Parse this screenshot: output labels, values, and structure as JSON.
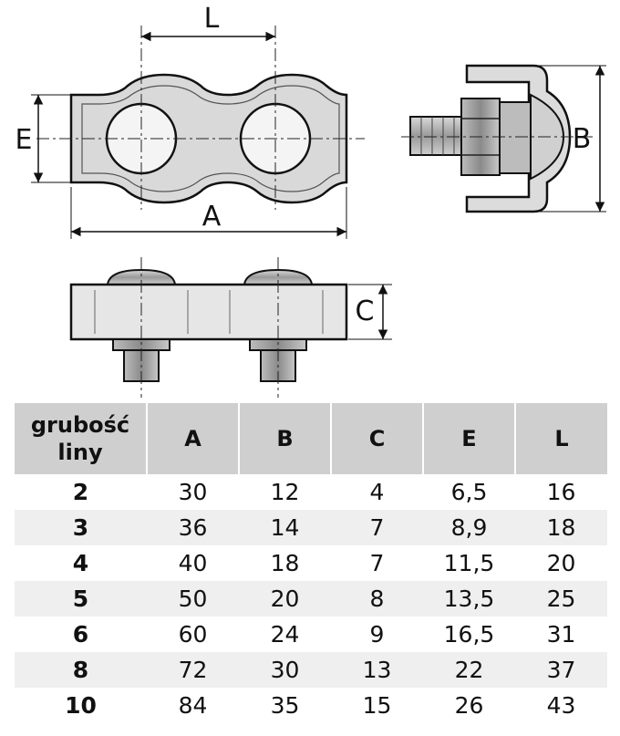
{
  "diagram": {
    "labels": {
      "L": "L",
      "E": "E",
      "A": "A",
      "B": "B",
      "C": "C"
    }
  },
  "table": {
    "header_first_line1": "grubość",
    "header_first_line2": "liny",
    "columns": [
      "A",
      "B",
      "C",
      "E",
      "L"
    ],
    "rows": [
      [
        "2",
        "30",
        "12",
        "4",
        "6,5",
        "16"
      ],
      [
        "3",
        "36",
        "14",
        "7",
        "8,9",
        "18"
      ],
      [
        "4",
        "40",
        "18",
        "7",
        "11,5",
        "20"
      ],
      [
        "5",
        "50",
        "20",
        "8",
        "13,5",
        "25"
      ],
      [
        "6",
        "60",
        "24",
        "9",
        "16,5",
        "31"
      ],
      [
        "8",
        "72",
        "30",
        "13",
        "22",
        "37"
      ],
      [
        "10",
        "84",
        "35",
        "15",
        "26",
        "43"
      ]
    ]
  }
}
